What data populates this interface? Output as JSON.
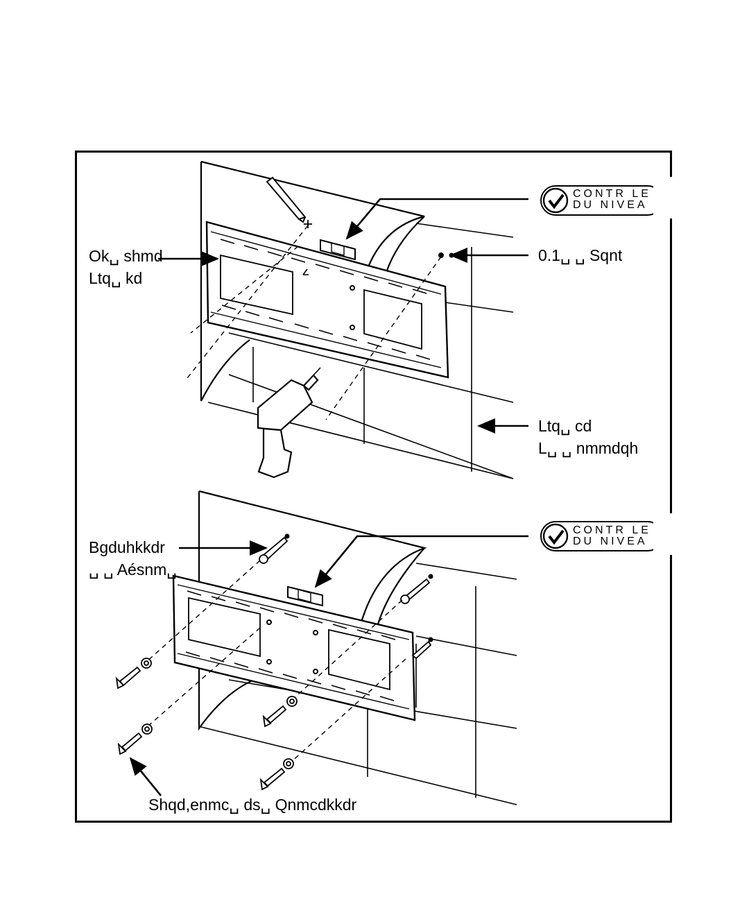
{
  "labels": {
    "pilot_hole_l1": "Ok␣ shmd",
    "pilot_hole_l2": "Ltq␣ kd",
    "drill_size": "0.1␣ ␣ Sqnt",
    "wall_l1": "Ltq␣ cd",
    "wall_l2": "L␣ ␣ nmmdqh",
    "anchors_l1": "Bgduhkkdr",
    "anchors_l2": "␣ ␣ Aésnm␣",
    "screws_bolts": "Shqd,enmc␣ ds␣ Qnmcdkkdr"
  },
  "badges": [
    {
      "line1": "CONTR LE",
      "line2": "DU NIVEA",
      "icon": "checkmark-icon"
    },
    {
      "line1": "CONTR LE",
      "line2": "DU NIVEA",
      "icon": "checkmark-icon"
    }
  ],
  "colors": {
    "ink": "#000000",
    "paper": "#ffffff"
  }
}
